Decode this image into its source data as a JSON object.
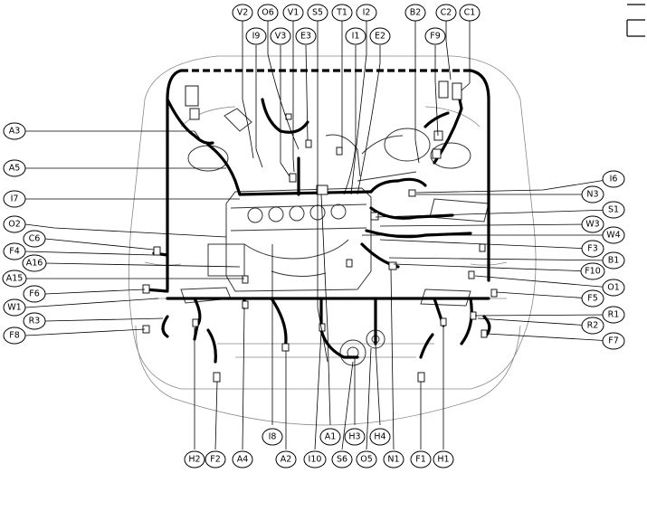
{
  "labels": {
    "V2": "V2",
    "O6": "O6",
    "V1": "V1",
    "S5": "S5",
    "T1": "T1",
    "I2": "I2",
    "B2": "B2",
    "C2": "C2",
    "C1": "C1",
    "I9": "I9",
    "V3": "V3",
    "E3": "E3",
    "I1": "I1",
    "E2": "E2",
    "F9": "F9",
    "A3": "A3",
    "A5": "A5",
    "I7": "I7",
    "O2": "O2",
    "C6": "C6",
    "F4": "F4",
    "A16": "A16",
    "A15": "A15",
    "F6": "F6",
    "W1": "W1",
    "R3": "R3",
    "F8": "F8",
    "I6": "I6",
    "N3": "N3",
    "S1": "S1",
    "W3": "W3",
    "W4": "W4",
    "F3": "F3",
    "B1": "B1",
    "F10": "F10",
    "O1": "O1",
    "F5": "F5",
    "R1": "R1",
    "R2": "R2",
    "F7": "F7",
    "H2": "H2",
    "F2": "F2",
    "A4": "A4",
    "I8": "I8",
    "A2": "A2",
    "A1": "A1",
    "I10": "I10",
    "H3": "H3",
    "S6": "S6",
    "H4": "H4",
    "O5": "O5",
    "N1": "N1",
    "F1": "F1",
    "H1": "H1"
  }
}
